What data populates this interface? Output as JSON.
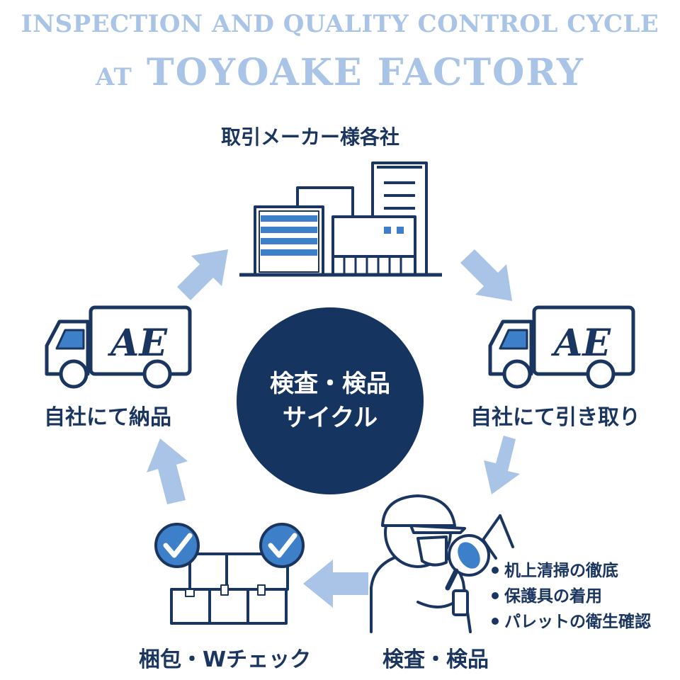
{
  "title": {
    "line1": "INSPECTION AND QUALITY CONTROL CYCLE",
    "line2_prefix": "AT",
    "line2_main": "TOYOAKE FACTORY"
  },
  "center": {
    "line1": "検査・検品",
    "line2": "サイクル"
  },
  "nodes": {
    "makers": "取引メーカー様各社",
    "pickup": "自社にて引き取り",
    "inspection": "検査・検品",
    "packing": "梱包・Wチェック",
    "delivery": "自社にて納品"
  },
  "truck_logo": "AE",
  "inspection_points": [
    "机上清掃の徹底",
    "保護具の着用",
    "パレットの衛生確認"
  ],
  "colors": {
    "navy": "#1a3560",
    "light_blue": "#a9c4e6",
    "mid_blue": "#3d7fc8",
    "white": "#ffffff"
  }
}
